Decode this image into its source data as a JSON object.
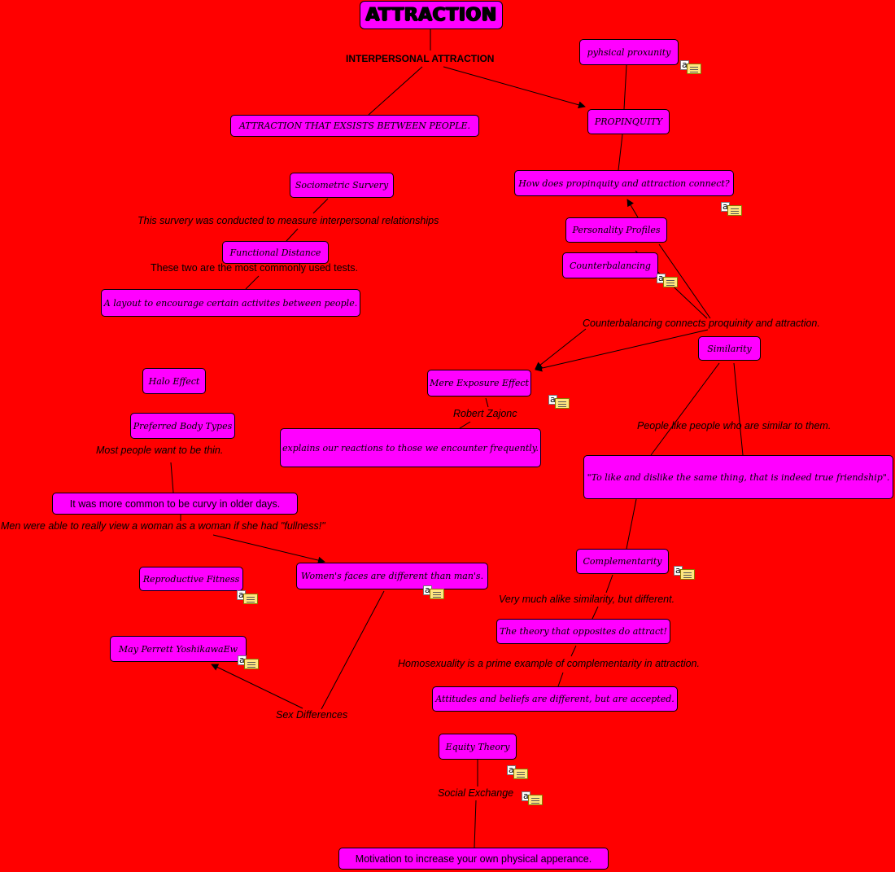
{
  "map": {
    "title": "ATTRACTION",
    "background": "#ff0000",
    "node_color": "#ff00ff",
    "nodes": {
      "interpersonal": "ATTRACTION THAT EXSISTS BETWEEN PEOPLE.",
      "physical_proximity": "pyhsical proxunity",
      "propinquity": "PROPINQUITY",
      "propinquity_question": "How does propinquity and attraction connect?",
      "personality_profiles": "Personality Profiles",
      "counterbalancing": "Counterbalancing",
      "sociometric_survey": "Sociometric Survery",
      "functional_distance": "Functional Distance",
      "layout": "A layout to encourage certain activites between people.",
      "similarity": "Similarity",
      "mere_exposure": "Mere Exposure Effect",
      "mere_exposure_explain": "explains our reactions to those we encounter frequently.",
      "friendship_quote": "\"To like and dislike the same thing, that is indeed true friendship\".",
      "halo_effect": "Halo Effect",
      "body_types": "Preferred Body Types",
      "curvy": "It was more common to be curvy in older days.",
      "womens_faces": "Women's faces are different than man's.",
      "reproductive_fitness": "Reproductive Fitness",
      "may_perrett": "May Perrett YoshikawaEw",
      "complementarity": "Complementarity",
      "opposites": "The theory that opposites do attract!",
      "attitudes": "Attitudes and beliefs are different, but are accepted.",
      "equity_theory": "Equity Theory",
      "motivation": "Motivation to increase your own physical apperance."
    },
    "labels": {
      "interpersonal_attraction": "INTERPERSONAL ATTRACTION",
      "survey_purpose": "This survery was conducted to measure interpersonal relationships",
      "common_tests": "These two are the most commonly used tests.",
      "counterbalancing_connects": "Counterbalancing connects proquinity and attraction.",
      "zajonc": "Robert Zajonc",
      "similar_people": "People like people who are similar to them.",
      "thin": "Most people want to be thin.",
      "fullness": "Men were able to really view a woman as a woman if she had \"fullness!\"",
      "alike": "Very much alike similarity, but different.",
      "homosexuality": "Homosexuality is a prime example of complementarity in attraction.",
      "sex_differences": "Sex Differences",
      "social_exchange": "Social Exchange"
    },
    "note_icons": [
      "note-physical-proximity",
      "note-propinquity-question",
      "note-counterbalancing",
      "note-mere-exposure",
      "note-complementarity",
      "note-womens-faces",
      "note-reproductive-fitness",
      "note-may-perrett",
      "note-equity-theory",
      "note-social-exchange"
    ]
  }
}
